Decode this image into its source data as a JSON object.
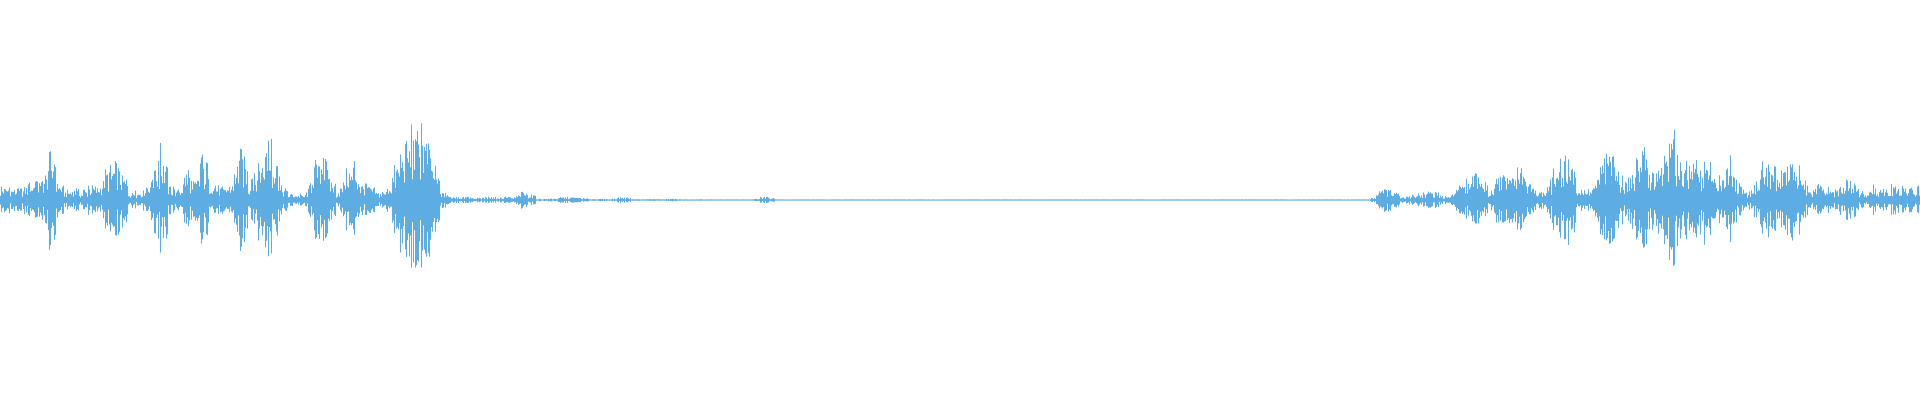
{
  "chart_data": {
    "type": "area",
    "title": "",
    "xlabel": "",
    "ylabel": "",
    "ylim": [
      -1,
      1
    ],
    "grid": false,
    "legend": "none",
    "symmetric_envelope": true,
    "color": "#5dade2",
    "background": "#ffffff",
    "envelope": [
      0.08,
      0.09,
      0.07,
      0.1,
      0.12,
      0.1,
      0.35,
      0.12,
      0.06,
      0.08,
      0.05,
      0.1,
      0.08,
      0.2,
      0.25,
      0.2,
      0.06,
      0.05,
      0.1,
      0.2,
      0.35,
      0.1,
      0.05,
      0.2,
      0.1,
      0.3,
      0.15,
      0.1,
      0.08,
      0.15,
      0.35,
      0.1,
      0.25,
      0.4,
      0.3,
      0.1,
      0.04,
      0.04,
      0.03,
      0.25,
      0.3,
      0.15,
      0.05,
      0.2,
      0.25,
      0.1,
      0.1,
      0.05,
      0.05,
      0.2,
      0.35,
      0.45,
      0.45,
      0.45,
      0.25,
      0.06,
      0.03,
      0.02,
      0.02,
      0.015,
      0.015,
      0.02,
      0.015,
      0.02,
      0.015,
      0.06,
      0.04,
      0.01,
      0.008,
      0.01,
      0.02,
      0.02,
      0.015,
      0.01,
      0.008,
      0.008,
      0.006,
      0.02,
      0.02,
      0.006,
      0.006,
      0.006,
      0.006,
      0.006,
      0.008,
      0.005,
      0.005,
      0.005,
      0.005,
      0.005,
      0.003,
      0.004,
      0.004,
      0.004,
      0.004,
      0.02,
      0.02,
      0.004,
      0.004,
      0.003,
      0.003,
      0.003,
      0.003,
      0.003,
      0.003,
      0.003,
      0.003,
      0.003,
      0.003,
      0.003,
      0.003,
      0.003,
      0.003,
      0.003,
      0.003,
      0.003,
      0.003,
      0.003,
      0.003,
      0.003,
      0.003,
      0.003,
      0.003,
      0.003,
      0.003,
      0.003,
      0.003,
      0.003,
      0.003,
      0.003,
      0.003,
      0.003,
      0.003,
      0.003,
      0.003,
      0.003,
      0.003,
      0.003,
      0.003,
      0.003,
      0.003,
      0.003,
      0.003,
      0.003,
      0.003,
      0.003,
      0.003,
      0.003,
      0.003,
      0.003,
      0.003,
      0.003,
      0.003,
      0.003,
      0.003,
      0.003,
      0.003,
      0.003,
      0.003,
      0.003,
      0.003,
      0.003,
      0.003,
      0.003,
      0.003,
      0.003,
      0.003,
      0.003,
      0.003,
      0.003,
      0.003,
      0.003,
      0.05,
      0.08,
      0.06,
      0.02,
      0.03,
      0.04,
      0.05,
      0.06,
      0.03,
      0.02,
      0.08,
      0.12,
      0.15,
      0.18,
      0.05,
      0.15,
      0.15,
      0.2,
      0.2,
      0.1,
      0.05,
      0.08,
      0.2,
      0.25,
      0.3,
      0.08,
      0.06,
      0.1,
      0.25,
      0.3,
      0.2,
      0.1,
      0.25,
      0.35,
      0.2,
      0.2,
      0.4,
      0.45,
      0.3,
      0.2,
      0.25,
      0.3,
      0.12,
      0.2,
      0.3,
      0.15,
      0.05,
      0.1,
      0.22,
      0.25,
      0.15,
      0.25,
      0.3,
      0.15,
      0.05,
      0.1,
      0.1,
      0.05,
      0.12,
      0.15,
      0.07,
      0.03,
      0.1,
      0.08,
      0.1,
      0.09,
      0.08,
      0.09
    ]
  }
}
